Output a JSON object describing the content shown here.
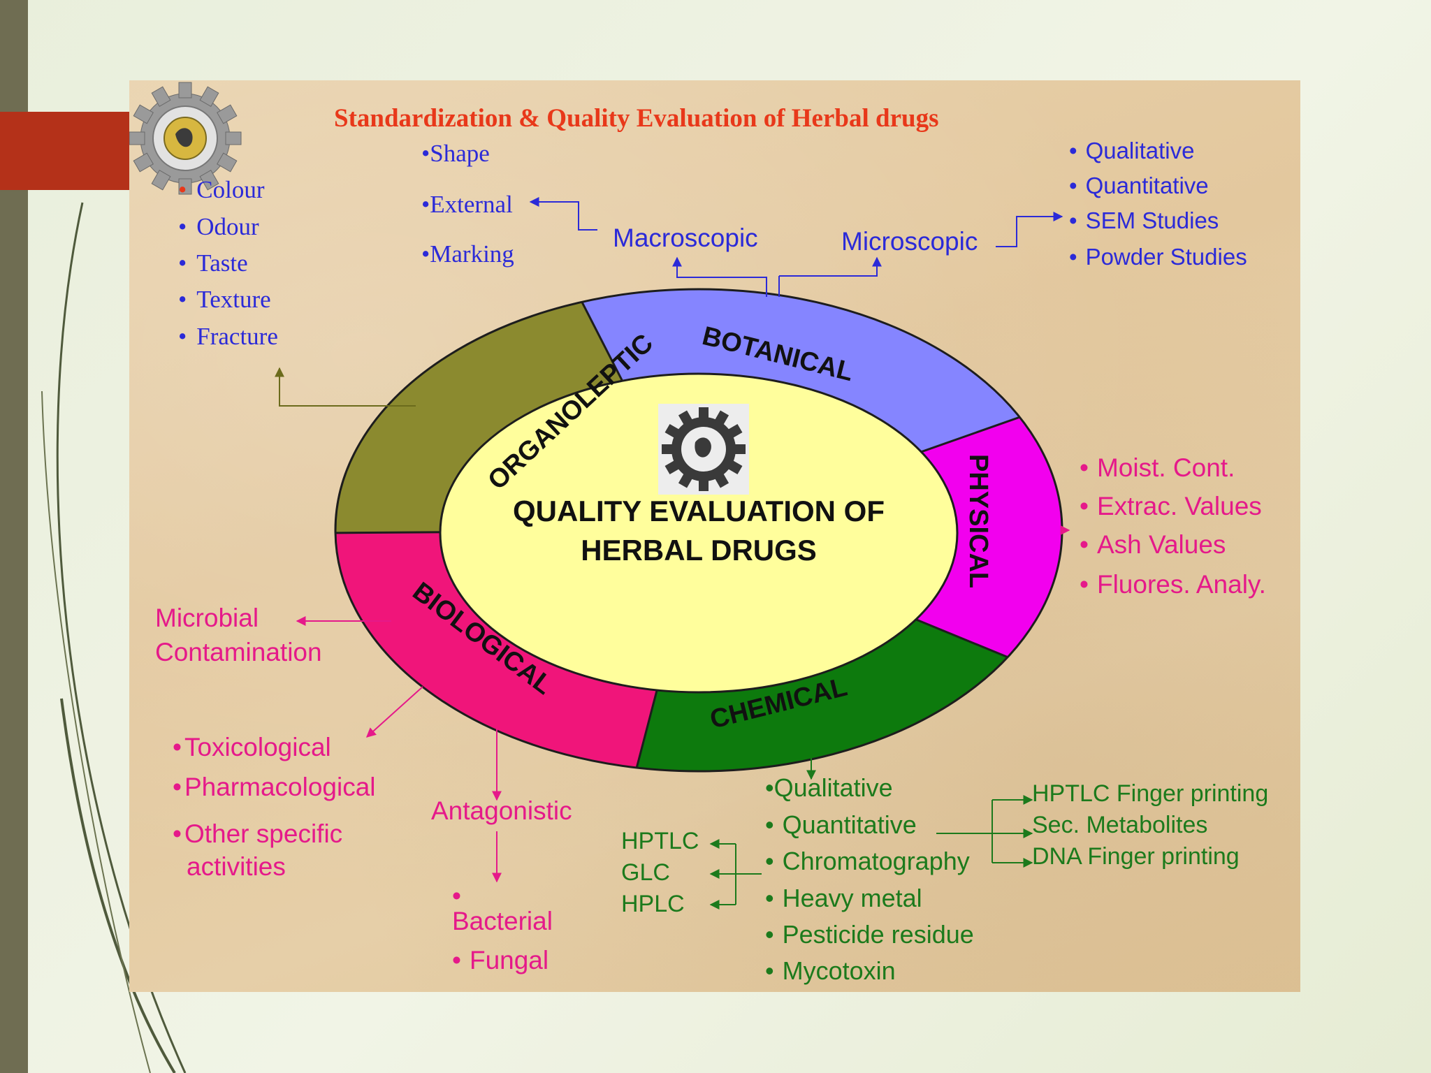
{
  "title": "Standardization & Quality Evaluation of Herbal drugs",
  "center": {
    "line1": "QUALITY EVALUATION OF",
    "line2": "HERBAL DRUGS"
  },
  "segments": {
    "organoleptic": "ORGANOLEPTIC",
    "botanical": "BOTANICAL",
    "physical": "PHYSICAL",
    "chemical": "CHEMICAL",
    "biological": "BIOLOGICAL"
  },
  "organoleptic_items": [
    "Colour",
    "Odour",
    "Taste",
    "Texture",
    "Fracture"
  ],
  "macroscopic": {
    "label": "Macroscopic",
    "items": [
      "Shape",
      "External",
      "Marking"
    ]
  },
  "microscopic": {
    "label": "Microscopic",
    "items": [
      "Qualitative",
      "Quantitative",
      "SEM Studies",
      "Powder Studies"
    ]
  },
  "physical_items": [
    "Moist. Cont.",
    "Extrac. Values",
    "Ash Values",
    "Fluores. Analy."
  ],
  "biological": {
    "microbial_line1": "Microbial",
    "microbial_line2": "Contamination",
    "items": [
      "Toxicological",
      "Pharmacological",
      "Other specific"
    ],
    "items_cont": "activities",
    "antagonistic": "Antagonistic",
    "antagonistic_items": [
      "Bacterial",
      "Fungal"
    ]
  },
  "chemical": {
    "items": [
      "Qualitative",
      "Quantitative",
      "Chromatography",
      "Heavy metal",
      "Pesticide residue",
      "Mycotoxin"
    ],
    "chromatography_methods": [
      "HPTLC",
      "GLC",
      "HPLC"
    ],
    "quantitative_items": [
      "HPTLC Finger printing",
      "Sec. Metabolites",
      "DNA Finger printing"
    ]
  },
  "icons": {
    "top_logo": "gear-emblem-logo",
    "center_logo": "csir-gear-logo"
  },
  "colors": {
    "organoleptic": "#8b8a2f",
    "botanical": "#8585ff",
    "physical": "#f200ee",
    "chemical": "#0d7a0d",
    "biological": "#f0157a",
    "center": "#fffe9c",
    "title": "#e8381a",
    "blue_text": "#2b2ad8",
    "magenta_text": "#e5198a",
    "green_text": "#1c7a1c"
  }
}
